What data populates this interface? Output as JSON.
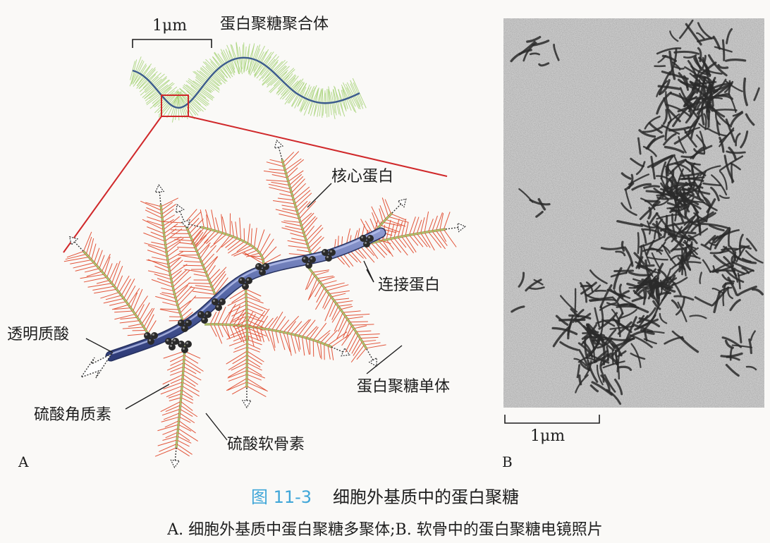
{
  "panel_a": {
    "panel_label": "A",
    "scale_bar_label": "1μm",
    "aggregate_label": "蛋白聚糖聚合体",
    "labels": {
      "core_protein": "核心蛋白",
      "link_protein": "连接蛋白",
      "hyaluronic_acid": "透明质酸",
      "proteoglycan_monomer": "蛋白聚糖单体",
      "keratan_sulfate": "硫酸角质素",
      "chondroitin_sulfate": "硫酸软骨素"
    }
  },
  "panel_b": {
    "panel_label": "B",
    "scale_bar_label": "1μm"
  },
  "caption": {
    "figure_number": "图 11-3",
    "title": "细胞外基质中的蛋白聚糖",
    "subtitle": "A. 细胞外基质中蛋白聚糖多聚体;B. 软骨中的蛋白聚糖电镜照片"
  },
  "colors": {
    "hyaluronic_acid": "#5a6aa8",
    "bristle_red": "#e2553a",
    "bristle_green": "#a8d47a",
    "core_protein": "#8a9a52",
    "link_protein": "#2a2a2a",
    "zoom_box": "#d0282a",
    "caption_accent": "#3fa6d8"
  }
}
